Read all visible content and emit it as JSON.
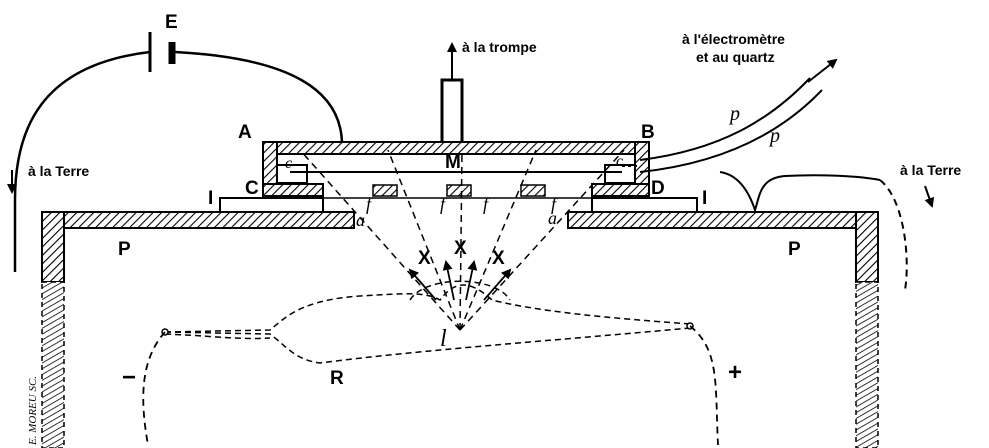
{
  "labels": {
    "E": "E",
    "A": "A",
    "B": "B",
    "C": "C",
    "D": "D",
    "M": "M",
    "I_left": "I",
    "I_right": "I",
    "P_left": "P",
    "P_right": "P",
    "R": "R",
    "c_left": "c",
    "c_right": "c",
    "f1": "f",
    "f2": "f",
    "f3": "f",
    "f4": "f",
    "a_left": "a",
    "a_right": "a",
    "x1": "X",
    "x2": "X",
    "x3": "X",
    "l": "l",
    "p1": "p",
    "p2": "p",
    "minus": "−",
    "plus": "+",
    "trompe": "à la trompe",
    "terre_left": "à la Terre",
    "terre_right": "à la Terre",
    "electrometre_1": "à l'électromètre",
    "electrometre_2": "et au quartz",
    "signature": "E. MOREU SC."
  },
  "colors": {
    "ink": "#000000",
    "paper": "#ffffff"
  }
}
